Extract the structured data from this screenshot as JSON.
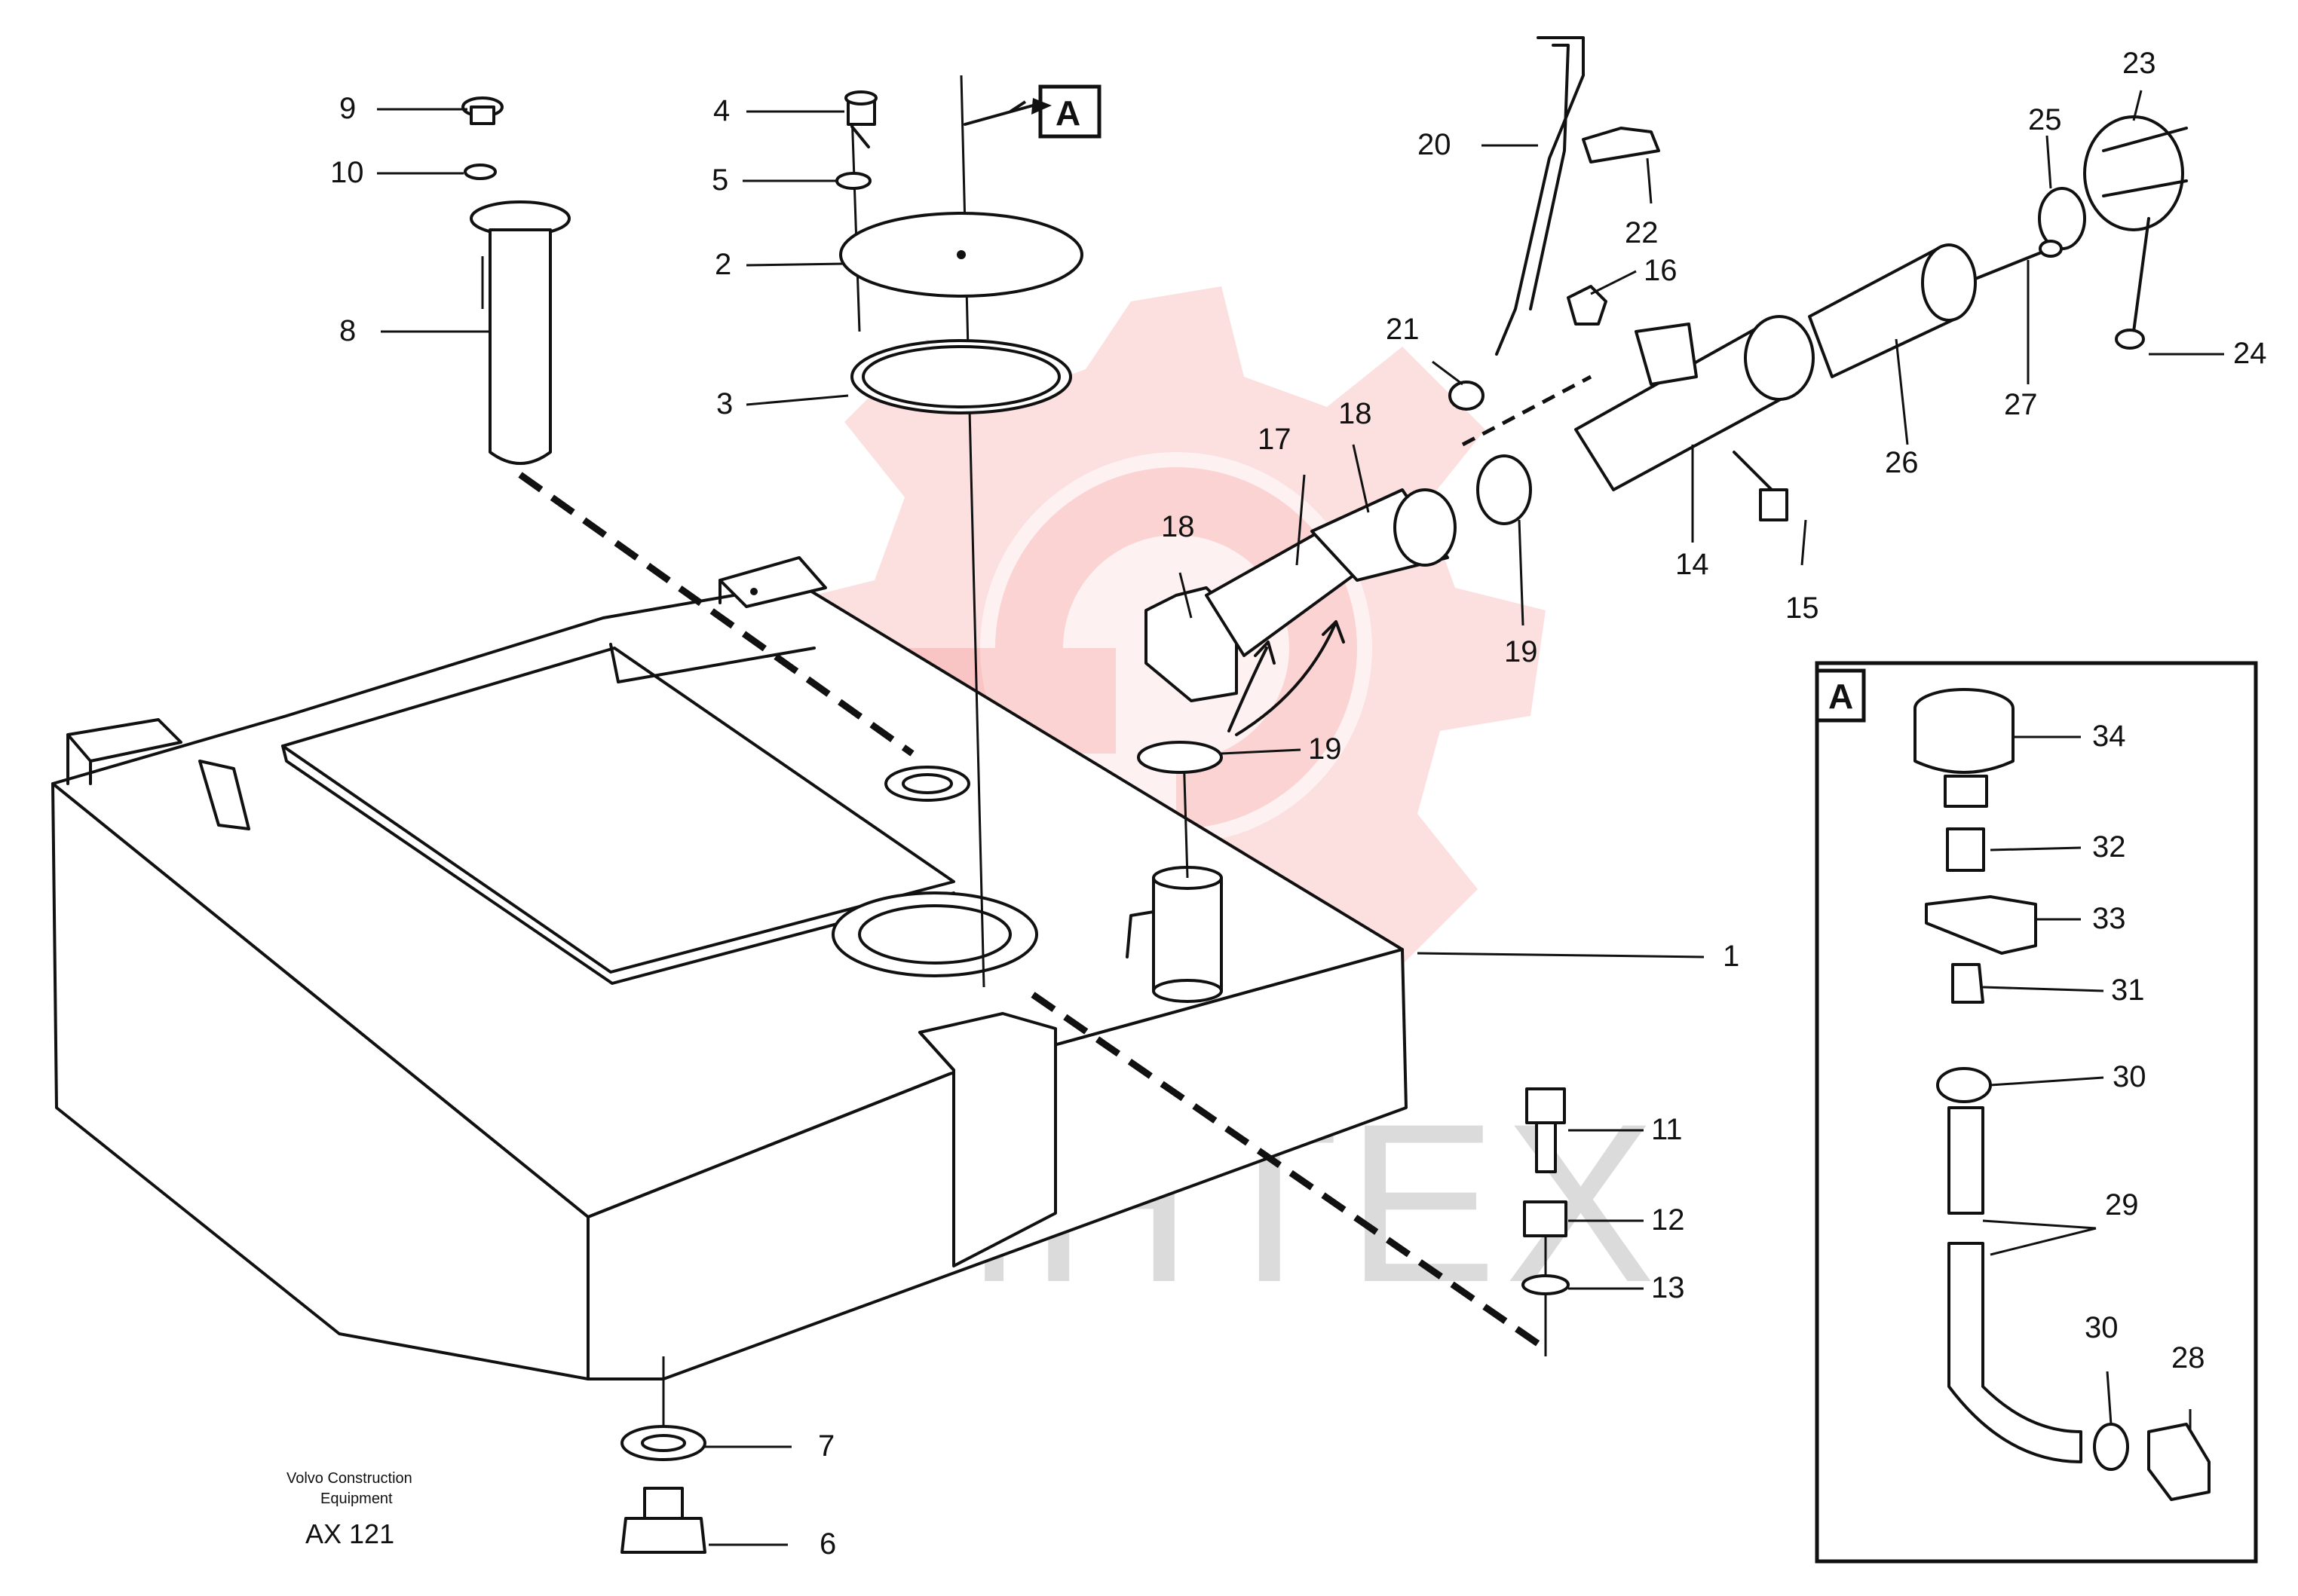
{
  "diagram": {
    "watermark_text": "ИНТЕХ",
    "footer": {
      "line1": "Volvo Construction",
      "line2": "Equipment",
      "code": "AX 121"
    },
    "detail_view": "A",
    "callouts": [
      "1",
      "2",
      "3",
      "4",
      "5",
      "6",
      "7",
      "8",
      "9",
      "10",
      "11",
      "12",
      "13",
      "14",
      "15",
      "16",
      "17",
      "18",
      "18",
      "19",
      "19",
      "20",
      "21",
      "22",
      "23",
      "24",
      "25",
      "26",
      "27",
      "28",
      "29",
      "30",
      "30",
      "31",
      "32",
      "33",
      "34"
    ]
  }
}
